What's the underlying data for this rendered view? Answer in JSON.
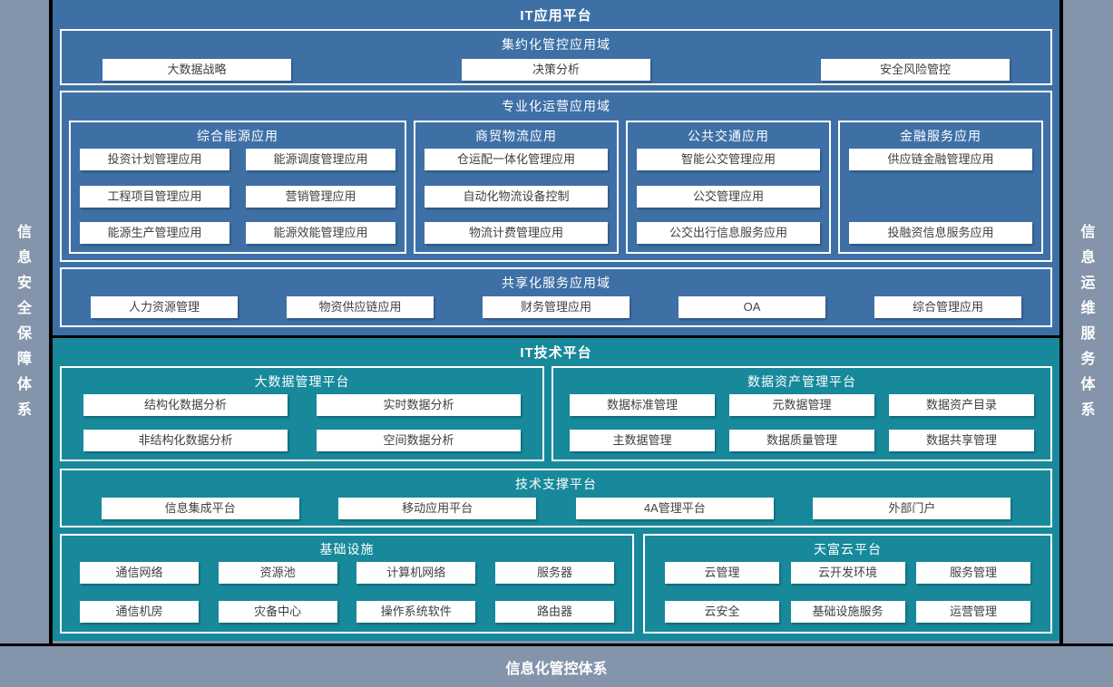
{
  "colors": {
    "app_platform_blue": "#3E70A6",
    "tech_platform_teal": "#17899B",
    "frame_gray": "#8494AB",
    "divider_black": "#000000",
    "box_border_white": "#FFFFFF",
    "item_bg": "#FFFFFF",
    "item_text": "#3F3F3F"
  },
  "frame": {
    "left_label": "信息安全保障体系",
    "right_label": "信息运维服务体系",
    "bottom_label": "信息化管控体系"
  },
  "app_platform": {
    "title": "IT应用平台",
    "domains": [
      {
        "title": "集约化管控应用域",
        "items": [
          "大数据战略",
          "决策分析",
          "安全风险管控"
        ]
      },
      {
        "title": "专业化运营应用域",
        "groups": [
          {
            "title": "综合能源应用",
            "items": [
              "投资计划管理应用",
              "能源调度管理应用",
              "工程项目管理应用",
              "营销管理应用",
              "能源生产管理应用",
              "能源效能管理应用"
            ]
          },
          {
            "title": "商贸物流应用",
            "items": [
              "仓运配一体化管理应用",
              "自动化物流设备控制",
              "物流计费管理应用"
            ]
          },
          {
            "title": "公共交通应用",
            "items": [
              "智能公交管理应用",
              "公交管理应用",
              "公交出行信息服务应用"
            ]
          },
          {
            "title": "金融服务应用",
            "items": [
              "供应链金融管理应用",
              "投融资信息服务应用"
            ]
          }
        ]
      },
      {
        "title": "共享化服务应用域",
        "items": [
          "人力资源管理",
          "物资供应链应用",
          "财务管理应用",
          "OA",
          "综合管理应用"
        ]
      }
    ]
  },
  "tech_platform": {
    "title": "IT技术平台",
    "sections": [
      {
        "title": "大数据管理平台",
        "items": [
          "结构化数据分析",
          "实时数据分析",
          "非结构化数据分析",
          "空间数据分析"
        ]
      },
      {
        "title": "数据资产管理平台",
        "items": [
          "数据标准管理",
          "元数据管理",
          "数据资产目录",
          "主数据管理",
          "数据质量管理",
          "数据共享管理"
        ]
      },
      {
        "title": "技术支撑平台",
        "items": [
          "信息集成平台",
          "移动应用平台",
          "4A管理平台",
          "外部门户"
        ]
      },
      {
        "title": "基础设施",
        "items": [
          "通信网络",
          "资源池",
          "计算机网络",
          "服务器",
          "通信机房",
          "灾备中心",
          "操作系统软件",
          "路由器"
        ]
      },
      {
        "title": "天富云平台",
        "items": [
          "云管理",
          "云开发环境",
          "服务管理",
          "云安全",
          "基础设施服务",
          "运营管理"
        ]
      }
    ]
  }
}
